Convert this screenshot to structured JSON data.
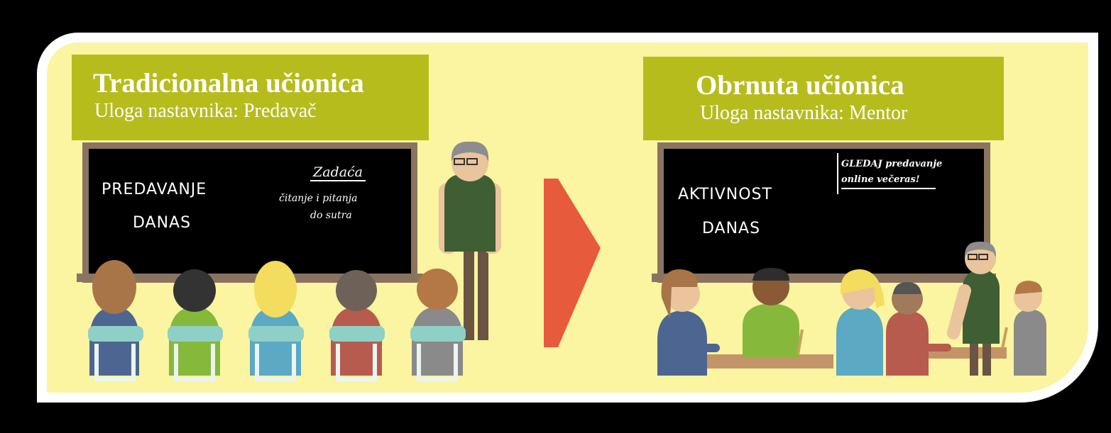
{
  "left": {
    "title": "Tradicionalna učionica",
    "subtitle": "Uloga nastavnika: Predavač",
    "board_line1": "PREDAVANJE",
    "board_line2": "DANAS",
    "note_title": "Zadaća",
    "note_line1": "čitanje i pitanja",
    "note_line2": "do sutra"
  },
  "right": {
    "title": "Obrnuta učionica",
    "subtitle": "Uloga nastavnika: Mentor",
    "board_line1": "AKTIVNOST",
    "board_line2": "DANAS",
    "note_line1": "GLEDAJ predavanje",
    "note_line2": "online večeras!"
  },
  "colors": {
    "background": "#fbf4a0",
    "title_box": "#b7bc1d",
    "arrow": "#e85a3c",
    "teacher_shirt": "#3f5e34",
    "board_frame": "#8a7460"
  }
}
